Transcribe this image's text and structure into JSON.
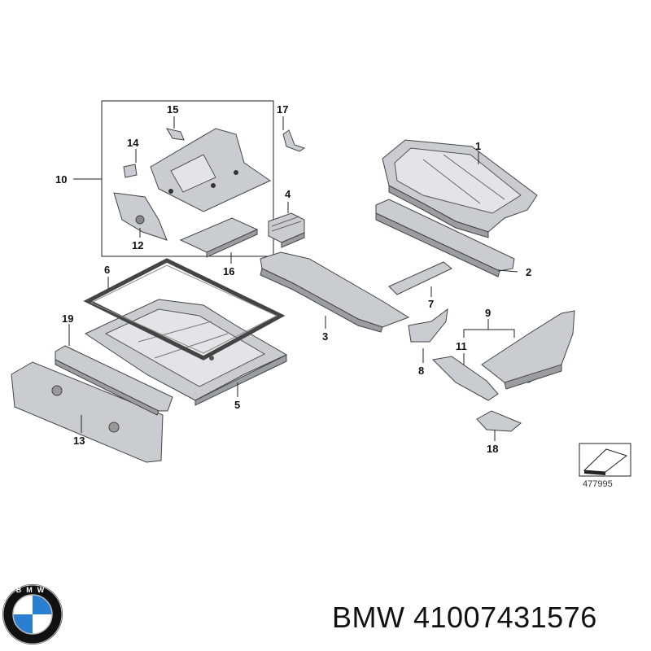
{
  "diagram": {
    "callouts": [
      "1",
      "2",
      "3",
      "4",
      "5",
      "6",
      "7",
      "8",
      "9",
      "10",
      "11",
      "12",
      "13",
      "14",
      "15",
      "16",
      "17",
      "18",
      "19"
    ],
    "reference_number": "477995"
  },
  "branding": {
    "logo_text": "BMW",
    "caption": "BMW 41007431576"
  },
  "colors": {
    "part_fill": "#c9ccd0",
    "part_shadow": "#9a9ea3",
    "line": "#444444",
    "logo_blue": "#2a7fd0",
    "logo_ring": "#111111"
  }
}
